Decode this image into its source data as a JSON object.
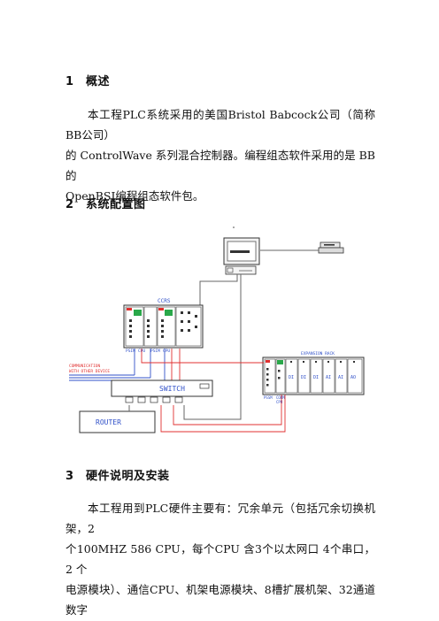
{
  "sections": [
    {
      "num": "1",
      "title": "概述"
    },
    {
      "num": "2",
      "title": "系统配置图"
    },
    {
      "num": "3",
      "title": "硬件说明及安装"
    }
  ],
  "overview_lines": [
    "本工程PLC系统采用的美国Bristol Babcock公司（简称BB公司）",
    "的 ControlWave 系列混合控制器。编程组态软件采用的是 BB 的",
    "OpenBSI编程组态软件包。"
  ],
  "hardware_lines": [
    "本工程用到PLC硬件主要有：冗余单元（包括冗余切换机架，2",
    "个100MHZ 586 CPU，每个CPU 含3个以太网口 4个串口，2 个",
    "电源模块）、通信CPU、机架电源模块、8槽扩展机架、32通道数字"
  ],
  "diagram": {
    "ccrs_label": "CCRS",
    "expansion_label": "EXPANSION RACK",
    "switch_label": "SWITCH",
    "router_label": "ROUTER",
    "comm_line1": "COMMUNICATION",
    "comm_line2": "WITH OTHER DEVICE",
    "cpu_labels": [
      "PSIM",
      "CPU",
      "PSIM",
      "CPU"
    ],
    "io_labels": [
      "DI",
      "DI",
      "DI",
      "AI",
      "AI",
      "AO"
    ],
    "exp_bottom_labels": [
      "PSSM",
      "COMM",
      "CPU"
    ],
    "colors": {
      "red": "#e03030",
      "blue": "#3050c8",
      "green": "#2aa84a",
      "gray": "#666666"
    }
  }
}
